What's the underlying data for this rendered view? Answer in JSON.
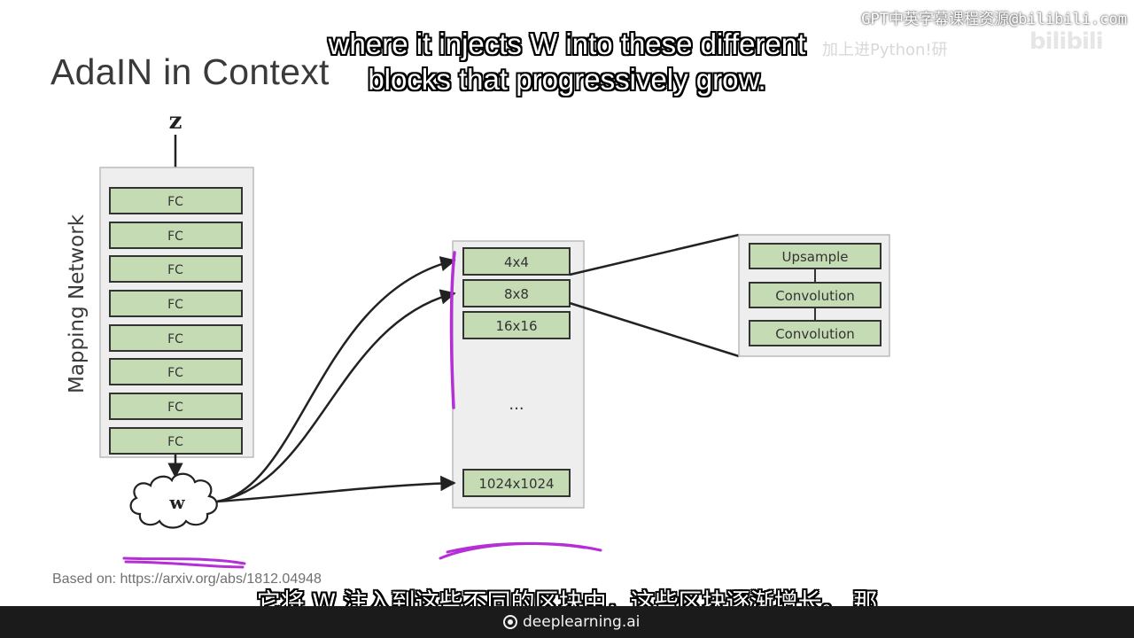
{
  "slide": {
    "title": "AdaIN in Context",
    "source_prefix": "Based on:",
    "source_link": "https://arxiv.org/abs/1812.04948"
  },
  "overlay": {
    "watermark": "GPT中英字幕课程资源@bilibili.com",
    "watermark_secondary": "加上进Python!研",
    "bilibili_logo": "bilibili"
  },
  "subtitles": {
    "english_line1": "where it injects W into these different",
    "english_line2": "blocks that progressively grow.",
    "chinese": "它将 W 注入到这些不同的区块中，这些区块逐渐增长。 那"
  },
  "footer": {
    "brand": "deeplearning.ai"
  },
  "diagram": {
    "input_label": "z",
    "mapping_network_label": "Mapping Network",
    "fc_layers": [
      "FC",
      "FC",
      "FC",
      "FC",
      "FC",
      "FC",
      "FC",
      "FC"
    ],
    "w_label": "w",
    "synthesis_blocks": [
      "4x4",
      "8x8",
      "16x16"
    ],
    "ellipsis": "...",
    "final_block": "1024x1024",
    "detail_blocks": [
      "Upsample",
      "Convolution",
      "Convolution"
    ]
  },
  "colors": {
    "block_fill": "#c5dbb4",
    "panel_fill": "#eeeeee",
    "annotation": "#b42fd6",
    "footer_bg": "#1b1b1b"
  }
}
